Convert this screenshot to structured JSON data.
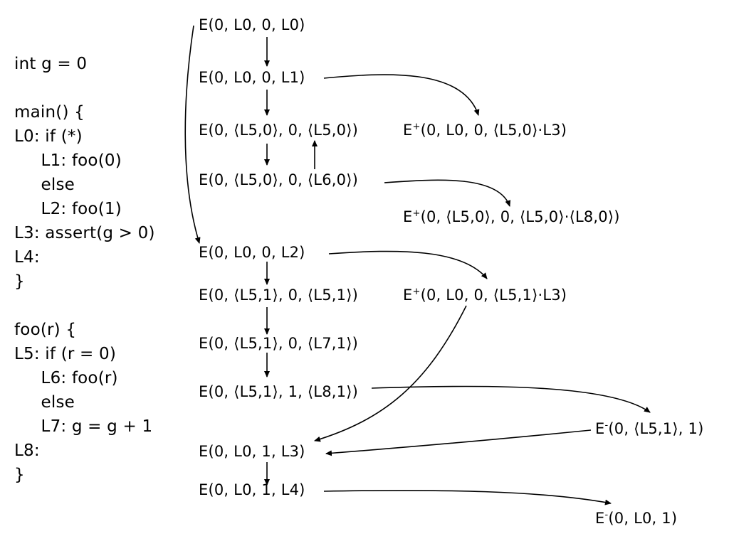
{
  "program": {
    "lines": [
      "int g = 0",
      "",
      "main() {",
      "L0: if (*)",
      "     L1: foo(0)",
      "     else",
      "     L2: foo(1)",
      "L3: assert(g > 0)",
      "L4:",
      "}",
      "",
      "foo(r) {",
      "L5: if (r = 0)",
      "     L6: foo(r)",
      "     else",
      "     L7: g = g + 1",
      "L8:",
      "}"
    ]
  },
  "nodes": {
    "e1": {
      "prefix": "E",
      "sup": "",
      "body": "(0, L0, 0, L0)"
    },
    "e2": {
      "prefix": "E",
      "sup": "",
      "body": "(0, L0, 0, L1)"
    },
    "e3": {
      "prefix": "E",
      "sup": "",
      "body": "(0, ⟨L5,0⟩, 0, ⟨L5,0⟩)"
    },
    "e4": {
      "prefix": "E",
      "sup": "",
      "body": "(0, ⟨L5,0⟩, 0, ⟨L6,0⟩)"
    },
    "e5": {
      "prefix": "E",
      "sup": "",
      "body": "(0, L0, 0, L2)"
    },
    "e6": {
      "prefix": "E",
      "sup": "",
      "body": "(0, ⟨L5,1⟩, 0, ⟨L5,1⟩)"
    },
    "e7": {
      "prefix": "E",
      "sup": "",
      "body": "(0, ⟨L5,1⟩, 0, ⟨L7,1⟩)"
    },
    "e8": {
      "prefix": "E",
      "sup": "",
      "body": "(0, ⟨L5,1⟩, 1, ⟨L8,1⟩)"
    },
    "e9": {
      "prefix": "E",
      "sup": "",
      "body": "(0, L0, 1, L3)"
    },
    "e10": {
      "prefix": "E",
      "sup": "",
      "body": "(0, L0, 1, L4)"
    },
    "p1": {
      "prefix": "E",
      "sup": "+",
      "body": "(0, L0, 0, ⟨L5,0⟩·L3)"
    },
    "p2": {
      "prefix": "E",
      "sup": "+",
      "body": "(0, ⟨L5,0⟩, 0, ⟨L5,0⟩·⟨L8,0⟩)"
    },
    "p3": {
      "prefix": "E",
      "sup": "+",
      "body": "(0, L0, 0, ⟨L5,1⟩·L3)"
    },
    "m1": {
      "prefix": "E",
      "sup": "-",
      "body": "(0, ⟨L5,1⟩, 1)"
    },
    "m2": {
      "prefix": "E",
      "sup": "-",
      "body": "(0, L0, 1)"
    }
  }
}
